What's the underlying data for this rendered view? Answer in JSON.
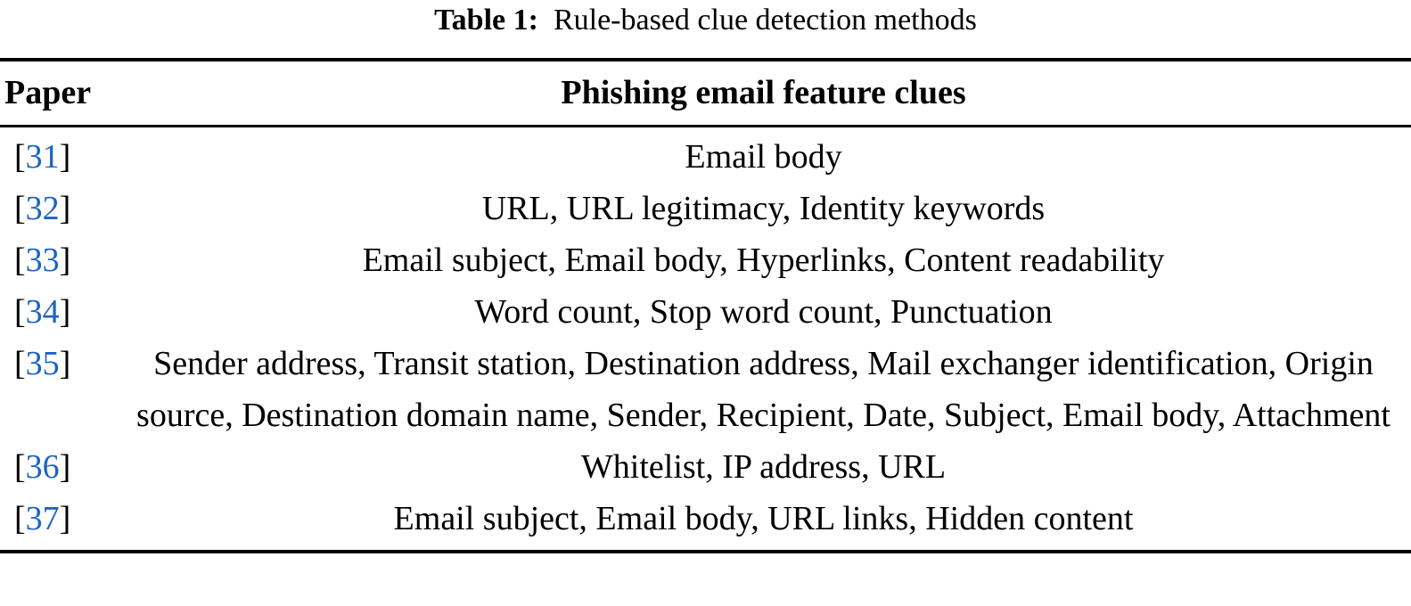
{
  "caption": {
    "label": "Table 1:",
    "title": "Rule-based clue detection methods"
  },
  "citation": {
    "open": "[",
    "close": "]"
  },
  "table": {
    "header": {
      "paper": "Paper",
      "clues": "Phishing email feature clues"
    },
    "rows": [
      {
        "ref": "31",
        "clues": "Email body"
      },
      {
        "ref": "32",
        "clues": "URL, URL legitimacy, Identity keywords"
      },
      {
        "ref": "33",
        "clues": "Email subject, Email body, Hyperlinks, Content readability"
      },
      {
        "ref": "34",
        "clues": "Word count, Stop word count, Punctuation"
      },
      {
        "ref": "35",
        "clues": "Sender address, Transit station, Destination address, Mail exchanger identification, Origin source, Destination domain name, Sender, Recipient, Date, Subject, Email body, Attachment"
      },
      {
        "ref": "36",
        "clues": "Whitelist, IP address, URL"
      },
      {
        "ref": "37",
        "clues": "Email subject, Email body, URL links, Hidden content"
      }
    ]
  },
  "colors": {
    "citation_blue": "#1C63C5",
    "text_black": "#000000",
    "rule_black": "#000000"
  }
}
